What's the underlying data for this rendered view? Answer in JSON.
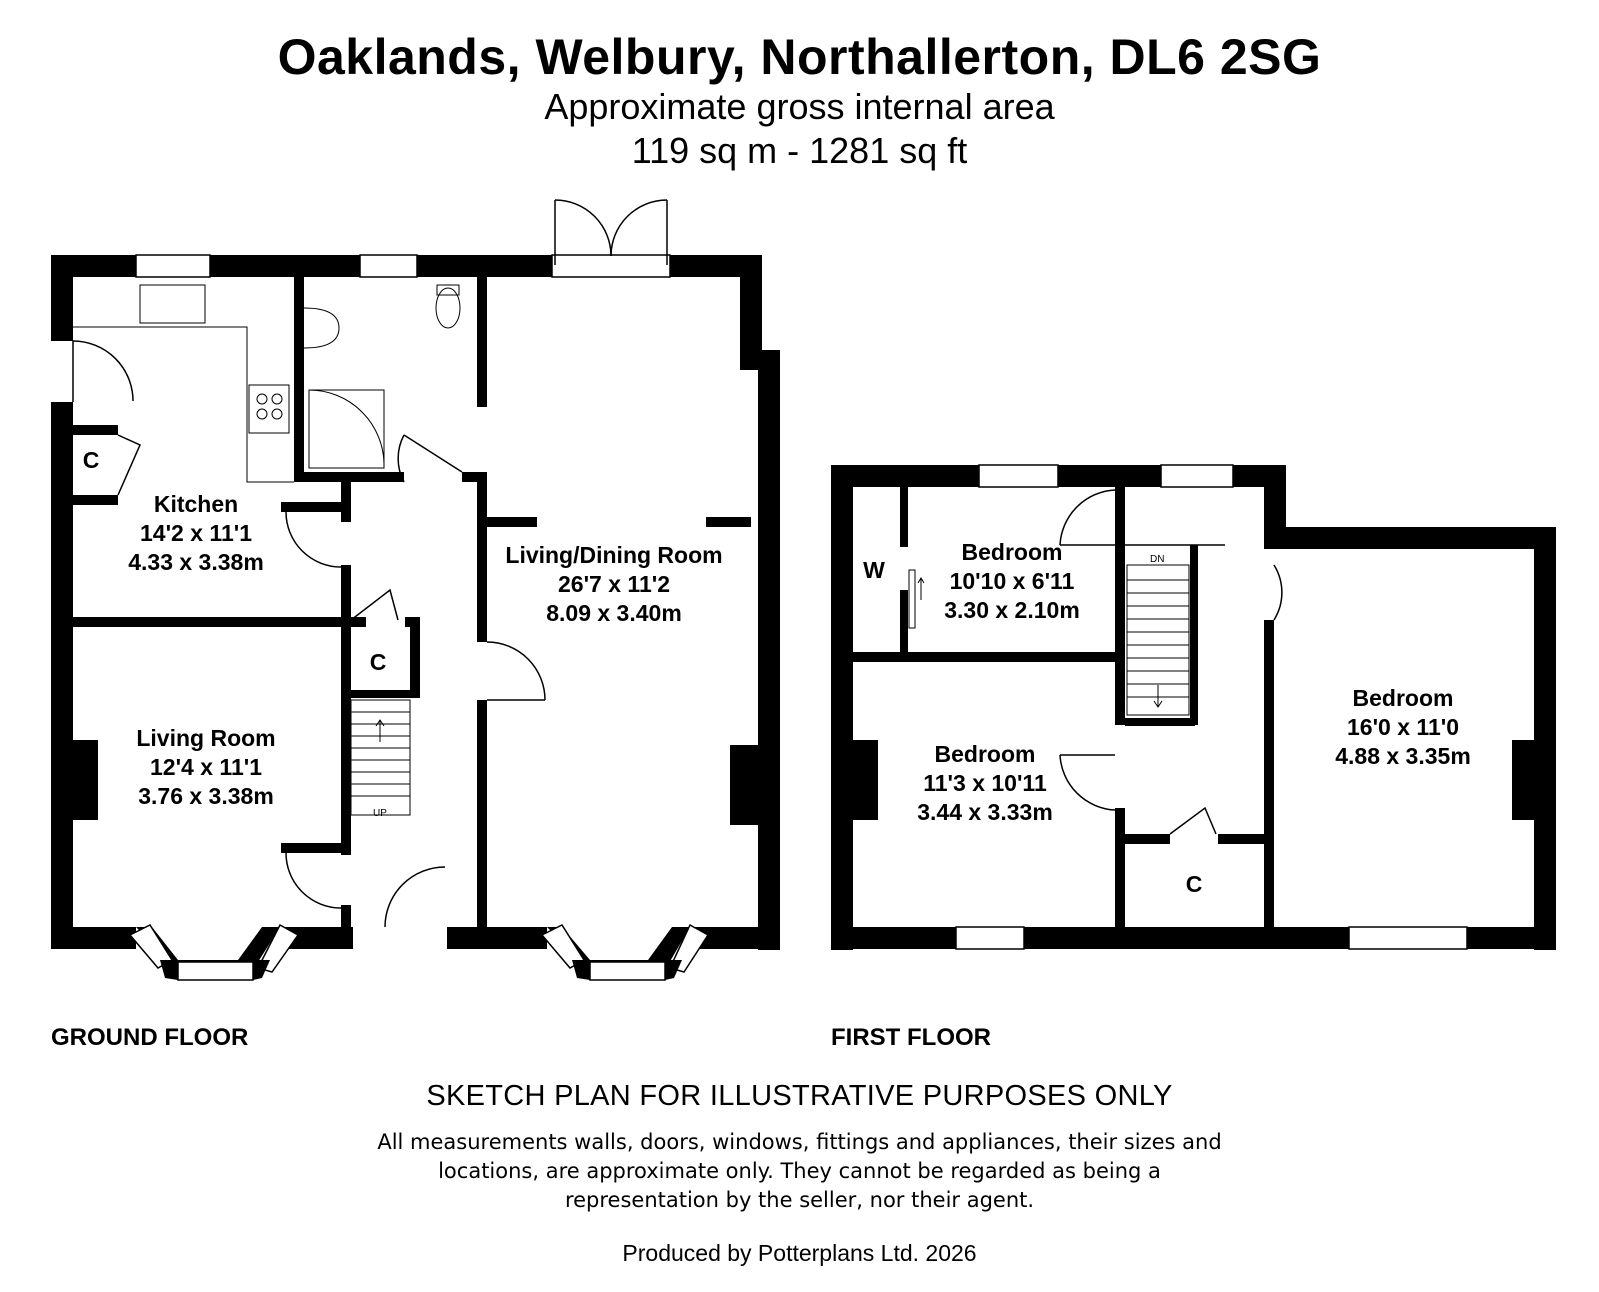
{
  "header": {
    "title": "Oaklands, Welbury, Northallerton, DL6 2SG",
    "area_label": "Approximate gross internal area",
    "area_value": "119 sq m - 1281 sq ft"
  },
  "floors": {
    "ground": {
      "label": "GROUND FLOOR",
      "rooms": {
        "kitchen": {
          "name": "Kitchen",
          "imperial": "14'2 x 11'1",
          "metric": "4.33 x 3.38m"
        },
        "living_room": {
          "name": "Living Room",
          "imperial": "12'4 x 11'1",
          "metric": "3.76 x 3.38m"
        },
        "living_dining": {
          "name": "Living/Dining Room",
          "imperial": "26'7 x 11'2",
          "metric": "8.09 x 3.40m"
        },
        "cupboard_kitchen": {
          "name": "C"
        },
        "cupboard_hall": {
          "name": "C"
        }
      },
      "stairs_label": "UP"
    },
    "first": {
      "label": "FIRST FLOOR",
      "rooms": {
        "bedroom_small": {
          "name": "Bedroom",
          "imperial": "10'10 x 6'11",
          "metric": "3.30 x 2.10m"
        },
        "bedroom_middle": {
          "name": "Bedroom",
          "imperial": "11'3 x 10'11",
          "metric": "3.44 x 3.33m"
        },
        "bedroom_large": {
          "name": "Bedroom",
          "imperial": "16'0 x 11'0",
          "metric": "4.88 x 3.35m"
        },
        "wardrobe": {
          "name": "W"
        },
        "cupboard_landing": {
          "name": "C"
        }
      },
      "stairs_label": "DN"
    }
  },
  "footer": {
    "sketch_note": "SKETCH PLAN FOR ILLUSTRATIVE PURPOSES ONLY",
    "disclaimer_line1": "All measurements walls, doors, windows, fittings and appliances, their sizes and",
    "disclaimer_line2": "locations, are approximate only. They cannot be regarded as being a",
    "disclaimer_line3": "representation by the seller, nor their agent.",
    "credit": "Produced by Potterplans Ltd. 2026"
  }
}
